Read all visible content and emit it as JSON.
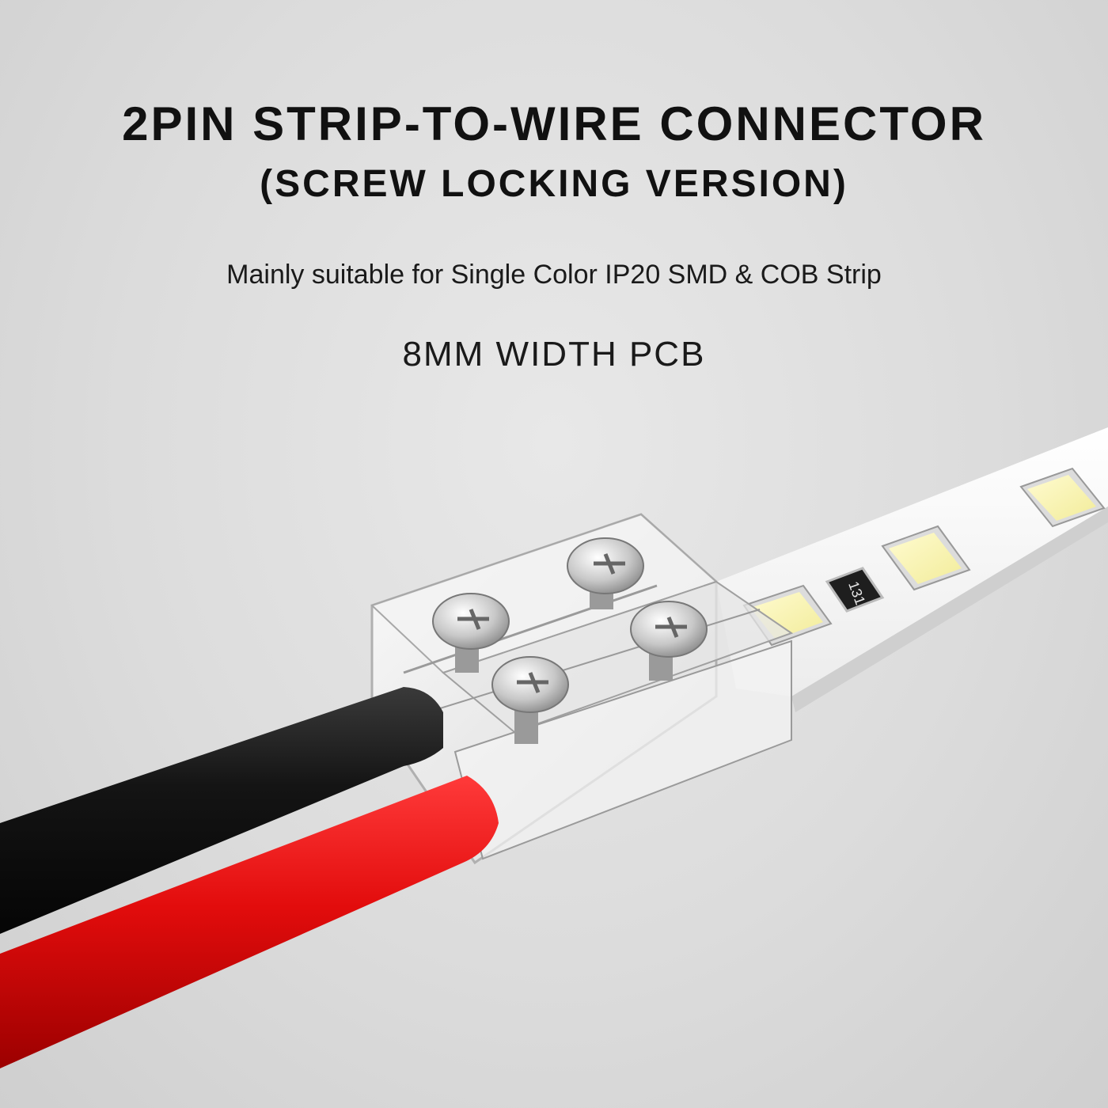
{
  "header": {
    "title": "2PIN STRIP-TO-WIRE CONNECTOR",
    "subtitle": "(SCREW LOCKING VERSION)",
    "description": "Mainly suitable for Single Color IP20 SMD & COB Strip",
    "spec": "8MM WIDTH PCB"
  },
  "illustration": {
    "resistor_marking": "131",
    "colors": {
      "background": "#dcdcdc",
      "strip": "#f6f6f6",
      "led": "#f7f3b5",
      "wire_black": "#151515",
      "wire_red": "#e00d0d"
    }
  }
}
